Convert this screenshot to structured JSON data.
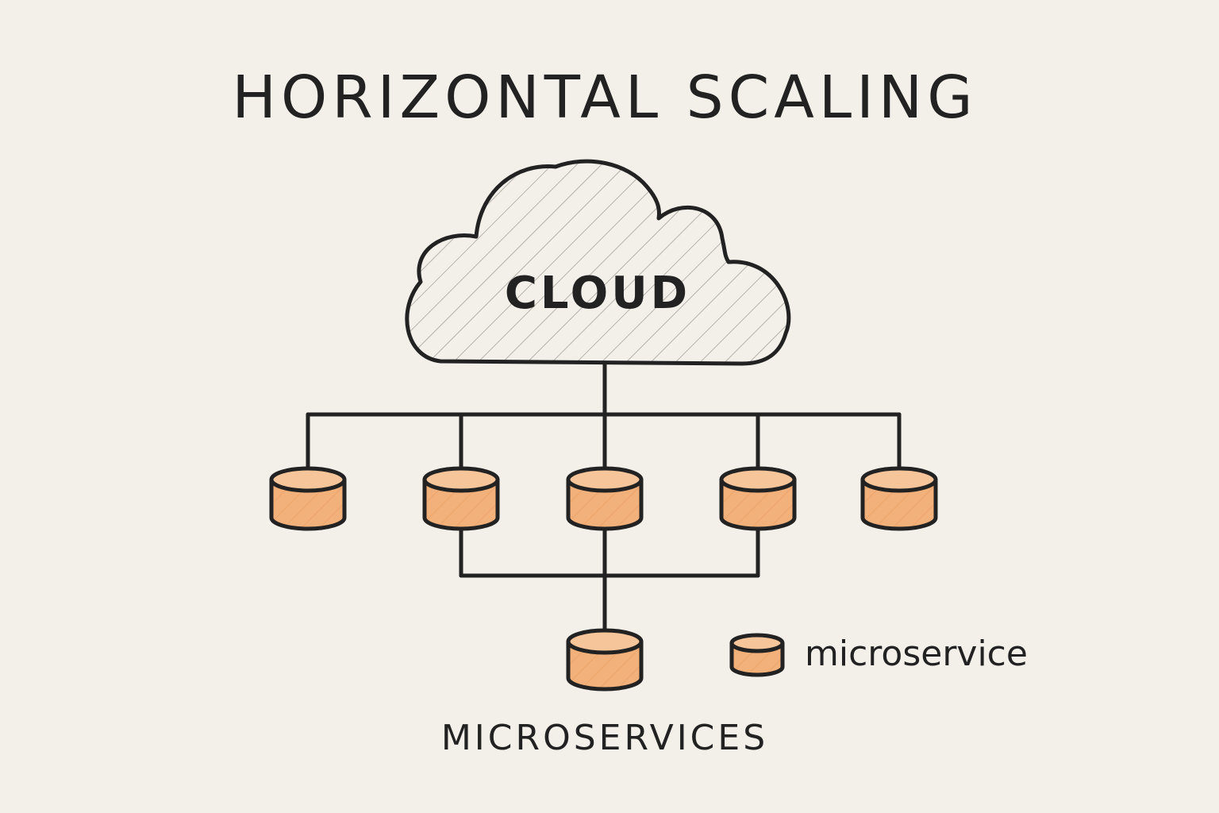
{
  "title": "HORIZONTAL SCALING",
  "cloud": {
    "label": "CLOUD"
  },
  "microservices_group": {
    "label": "MICROSERVICES",
    "top_row_count": 5,
    "bottom_count": 1
  },
  "legend": {
    "label": "microservice",
    "icon": "cylinder-icon"
  },
  "colors": {
    "background": "#f3f0ea",
    "ink": "#222222",
    "node_fill": "#f2b07a",
    "node_top": "#f6c59a",
    "cloud_hatch": "#b5b1ab"
  }
}
